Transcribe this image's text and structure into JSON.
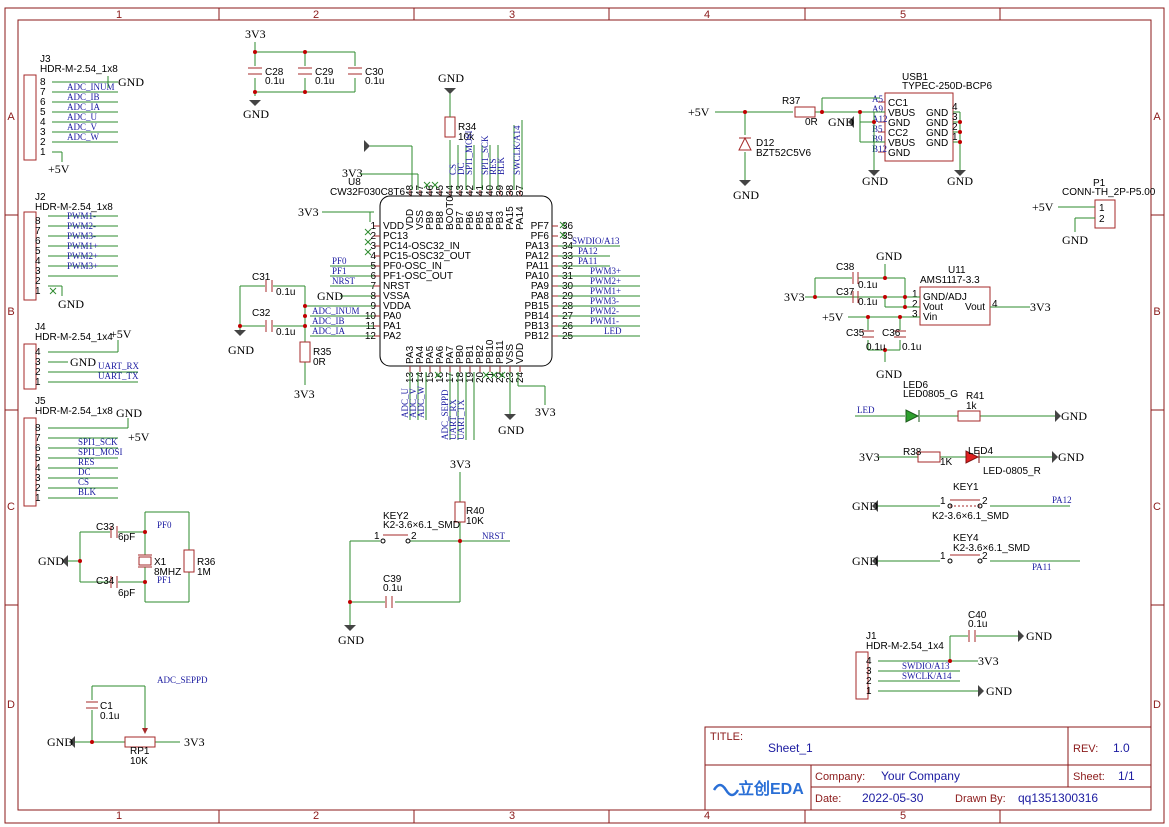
{
  "columns": [
    "1",
    "2",
    "3",
    "4",
    "5"
  ],
  "rows": [
    "A",
    "B",
    "C",
    "D"
  ],
  "title_block": {
    "title_label": "TITLE:",
    "title": "Sheet_1",
    "rev_label": "REV:",
    "rev": "1.0",
    "company_label": "Company:",
    "company": "Your Company",
    "sheet_label": "Sheet:",
    "sheet": "1/1",
    "date_label": "Date:",
    "date": "2022-05-30",
    "drawn_label": "Drawn By:",
    "drawn_by": "qq1351300316",
    "logo_text": "立创EDA"
  },
  "j3": {
    "ref": "J3",
    "value": "HDR-M-2.54_1x8",
    "pins": [
      "8",
      "7",
      "6",
      "5",
      "4",
      "3",
      "2",
      "1"
    ],
    "nets": [
      "ADC_INUM",
      "ADC_IB",
      "ADC_IA",
      "ADC_U",
      "ADC_V",
      "ADC_W"
    ],
    "gnd": "GND",
    "pwr": "+5V"
  },
  "j2": {
    "ref": "J2",
    "value": "HDR-M-2.54_1x8",
    "pins": [
      "8",
      "7",
      "6",
      "5",
      "4",
      "3",
      "2",
      "1"
    ],
    "nets": [
      "PWM1-",
      "PWM2-",
      "PWM3-",
      "PWM1+",
      "PWM2+",
      "PWM3+"
    ],
    "gnd": "GND"
  },
  "j4": {
    "ref": "J4",
    "value": "HDR-M-2.54_1x4",
    "pins": [
      "4",
      "3",
      "2",
      "1"
    ],
    "nets": [
      "UART_RX",
      "UART_TX"
    ],
    "gnd": "GND",
    "pwr": "+5V"
  },
  "j5": {
    "ref": "J5",
    "value": "HDR-M-2.54_1x8",
    "pins": [
      "8",
      "7",
      "6",
      "5",
      "4",
      "3",
      "2",
      "1"
    ],
    "nets": [
      "SPI1_SCK",
      "SPI1_MOSI",
      "RES",
      "DC",
      "CS",
      "BLK"
    ],
    "gnd": "GND",
    "pwr": "+5V"
  },
  "caps_top": [
    {
      "ref": "C28",
      "val": "0.1u"
    },
    {
      "ref": "C29",
      "val": "0.1u"
    },
    {
      "ref": "C30",
      "val": "0.1u"
    }
  ],
  "pwr_3v3": "3V3",
  "gnd": "GND",
  "u8": {
    "ref": "U8",
    "value": "CW32F030C8T6",
    "left_pins": [
      {
        "n": "1",
        "name": "VDD"
      },
      {
        "n": "2",
        "name": "PC13"
      },
      {
        "n": "3",
        "name": "PC14-OSC32_IN"
      },
      {
        "n": "4",
        "name": "PC15-OSC32_OUT"
      },
      {
        "n": "5",
        "name": "PF0-OSC_IN"
      },
      {
        "n": "6",
        "name": "PF1-OSC_OUT"
      },
      {
        "n": "7",
        "name": "NRST"
      },
      {
        "n": "8",
        "name": "VSSA"
      },
      {
        "n": "9",
        "name": "VDDA"
      },
      {
        "n": "10",
        "name": "PA0"
      },
      {
        "n": "11",
        "name": "PA1"
      },
      {
        "n": "12",
        "name": "PA2"
      }
    ],
    "right_pins": [
      {
        "n": "36",
        "name": "PF7"
      },
      {
        "n": "35",
        "name": "PF6"
      },
      {
        "n": "34",
        "name": "PA13"
      },
      {
        "n": "33",
        "name": "PA12"
      },
      {
        "n": "32",
        "name": "PA11"
      },
      {
        "n": "31",
        "name": "PA10"
      },
      {
        "n": "30",
        "name": "PA9"
      },
      {
        "n": "29",
        "name": "PA8"
      },
      {
        "n": "28",
        "name": "PB15"
      },
      {
        "n": "27",
        "name": "PB14"
      },
      {
        "n": "26",
        "name": "PB13"
      },
      {
        "n": "25",
        "name": "PB12"
      }
    ],
    "top_pins": [
      {
        "n": "48",
        "name": "VDD"
      },
      {
        "n": "47",
        "name": "VSS"
      },
      {
        "n": "46",
        "name": "PB9"
      },
      {
        "n": "45",
        "name": "PB8"
      },
      {
        "n": "44",
        "name": "BOOT0"
      },
      {
        "n": "43",
        "name": "PB7"
      },
      {
        "n": "42",
        "name": "PB6"
      },
      {
        "n": "41",
        "name": "PB5"
      },
      {
        "n": "40",
        "name": "PB4"
      },
      {
        "n": "39",
        "name": "PB3"
      },
      {
        "n": "38",
        "name": "PA15"
      },
      {
        "n": "37",
        "name": "PA14"
      }
    ],
    "bottom_pins": [
      {
        "n": "13",
        "name": "PA3"
      },
      {
        "n": "14",
        "name": "PA4"
      },
      {
        "n": "15",
        "name": "PA5"
      },
      {
        "n": "16",
        "name": "PA6"
      },
      {
        "n": "17",
        "name": "PA7"
      },
      {
        "n": "18",
        "name": "PB0"
      },
      {
        "n": "19",
        "name": "PB1"
      },
      {
        "n": "20",
        "name": "PB2"
      },
      {
        "n": "21",
        "name": "PB10"
      },
      {
        "n": "22",
        "name": "PB11"
      },
      {
        "n": "23",
        "name": "VSS"
      },
      {
        "n": "24",
        "name": "VDD"
      }
    ],
    "left_nets": [
      "PF0",
      "PF1",
      "NRST",
      "ADC_INUM",
      "ADC_IB",
      "ADC_IA"
    ],
    "right_nets": [
      "SWDIO/A13",
      "PA12",
      "PA11",
      "PWM3+",
      "PWM2+",
      "PWM1+",
      "PWM3-",
      "PWM2-",
      "PWM1-",
      "LED"
    ],
    "top_nets": [
      "CS",
      "DC",
      "SPI1_MOSI",
      "SPI1_SCK",
      "RES",
      "BLK",
      "SWCLK/A14"
    ],
    "bottom_nets": [
      "ADC_U",
      "ADC_V",
      "ADC_W",
      "ADC_SEPPD",
      "UART_RX",
      "UART_TX"
    ]
  },
  "r34": {
    "ref": "R34",
    "val": "10k"
  },
  "r35": {
    "ref": "R35",
    "val": "0R"
  },
  "c31": {
    "ref": "C31",
    "val": "0.1u"
  },
  "c32": {
    "ref": "C32",
    "val": "0.1u"
  },
  "usb": {
    "ref": "USB1",
    "value": "TYPEC-250D-BCP6",
    "pins_left": [
      "A5",
      "A9",
      "A12",
      "B5",
      "B9",
      "B12"
    ],
    "names_left": [
      "CC1",
      "VBUS",
      "GND",
      "CC2",
      "VBUS",
      "GND"
    ],
    "names_right": [
      "GND",
      "GND",
      "GND",
      "GND"
    ],
    "pins_right": [
      "4",
      "3",
      "2",
      "1"
    ]
  },
  "r37": {
    "ref": "R37",
    "val": "0R"
  },
  "d12": {
    "ref": "D12",
    "val": "BZT52C5V6"
  },
  "pwr_5v": "+5V",
  "p1": {
    "ref": "P1",
    "value": "CONN-TH_2P-P5.00",
    "pins": [
      "1",
      "2"
    ]
  },
  "u11": {
    "ref": "U11",
    "value": "AMS1117-3.3",
    "pins_left": [
      "1",
      "2",
      "3"
    ],
    "names_left": [
      "GND/ADJ",
      "Vout",
      "Vin"
    ],
    "pin_right": "4",
    "name_right": "Vout"
  },
  "c38": {
    "ref": "C38",
    "val": "0.1u"
  },
  "c37": {
    "ref": "C37",
    "val": "0.1u"
  },
  "c35": {
    "ref": "C35",
    "val": "0.1u"
  },
  "c36": {
    "ref": "C36",
    "val": "0.1u"
  },
  "led6": {
    "ref": "LED6",
    "val": "LED0805_G",
    "net": "LED"
  },
  "r41": {
    "ref": "R41",
    "val": "1k"
  },
  "r38": {
    "ref": "R38",
    "val": "1K"
  },
  "led4": {
    "ref": "LED4",
    "val": "LED-0805_R"
  },
  "key1": {
    "ref": "KEY1",
    "val": "K2-3.6×6.1_SMD",
    "net": "PA12"
  },
  "key4": {
    "ref": "KEY4",
    "val": "K2-3.6×6.1_SMD",
    "net": "PA11"
  },
  "key2": {
    "ref": "KEY2",
    "val": "K2-3.6×6.1_SMD",
    "net": "NRST"
  },
  "r40": {
    "ref": "R40",
    "val": "10K"
  },
  "c39": {
    "ref": "C39",
    "val": "0.1u"
  },
  "c33": {
    "ref": "C33",
    "val": "6pF"
  },
  "c34": {
    "ref": "C34",
    "val": "6pF"
  },
  "x1": {
    "ref": "X1",
    "val": "8MHZ"
  },
  "r36": {
    "ref": "R36",
    "val": "1M"
  },
  "xtal_nets": [
    "PF0",
    "PF1"
  ],
  "c1": {
    "ref": "C1",
    "val": "0.1u"
  },
  "rp1": {
    "ref": "RP1",
    "val": "10K",
    "net": "ADC_SEPPD"
  },
  "c40": {
    "ref": "C40",
    "val": "0.1u"
  },
  "j1": {
    "ref": "J1",
    "value": "HDR-M-2.54_1x4",
    "pins": [
      "4",
      "3",
      "2",
      "1"
    ],
    "nets": [
      "SWDIO/A13",
      "SWCLK/A14"
    ]
  },
  "pin_numbers": {
    "one": "1",
    "two": "2"
  }
}
